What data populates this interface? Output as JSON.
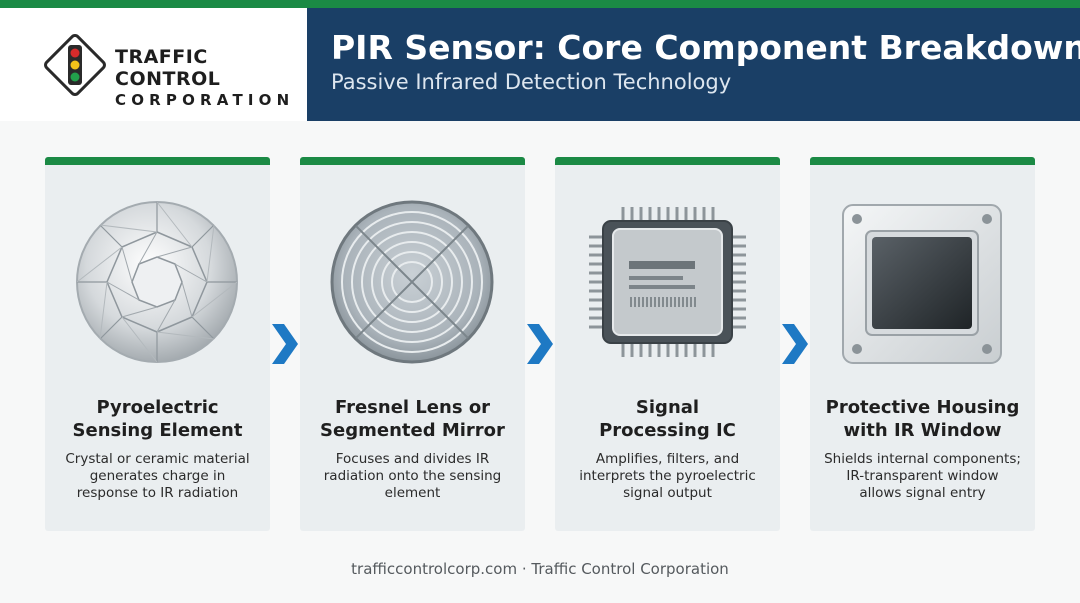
{
  "brand": {
    "line1": "TRAFFIC CONTROL",
    "line2": "CORPORATION",
    "icon": "traffic-light-icon"
  },
  "header": {
    "title": "PIR Sensor: Core Component Breakdown",
    "subtitle": "Passive Infrared Detection Technology"
  },
  "colors": {
    "accent_green": "#1b8a45",
    "header_navy": "#1a3f66",
    "arrow_blue": "#1e79c4",
    "card_bg": "#eaeef0"
  },
  "cards": [
    {
      "icon": "crystal-gem-icon",
      "title_line1": "Pyroelectric",
      "title_line2": "Sensing Element",
      "desc_line1": "Crystal or ceramic material",
      "desc_line2": "generates charge in",
      "desc_line3": "response to IR radiation"
    },
    {
      "icon": "fresnel-lens-icon",
      "title_line1": "Fresnel Lens or",
      "title_line2": "Segmented Mirror",
      "desc_line1": "Focuses and divides IR",
      "desc_line2": "radiation onto the sensing",
      "desc_line3": "element"
    },
    {
      "icon": "microchip-icon",
      "title_line1": "Signal",
      "title_line2": "Processing IC",
      "desc_line1": "Amplifies, filters, and",
      "desc_line2": "interprets the pyroelectric",
      "desc_line3": "signal output"
    },
    {
      "icon": "housing-window-icon",
      "title_line1": "Protective Housing",
      "title_line2": "with IR Window",
      "desc_line1": "Shields internal components;",
      "desc_line2": "IR-transparent window",
      "desc_line3": "allows signal entry"
    }
  ],
  "arrows": [
    "chevron-right-icon",
    "chevron-right-icon",
    "chevron-right-icon"
  ],
  "footer": {
    "text": "trafficcontrolcorp.com · Traffic Control Corporation"
  }
}
